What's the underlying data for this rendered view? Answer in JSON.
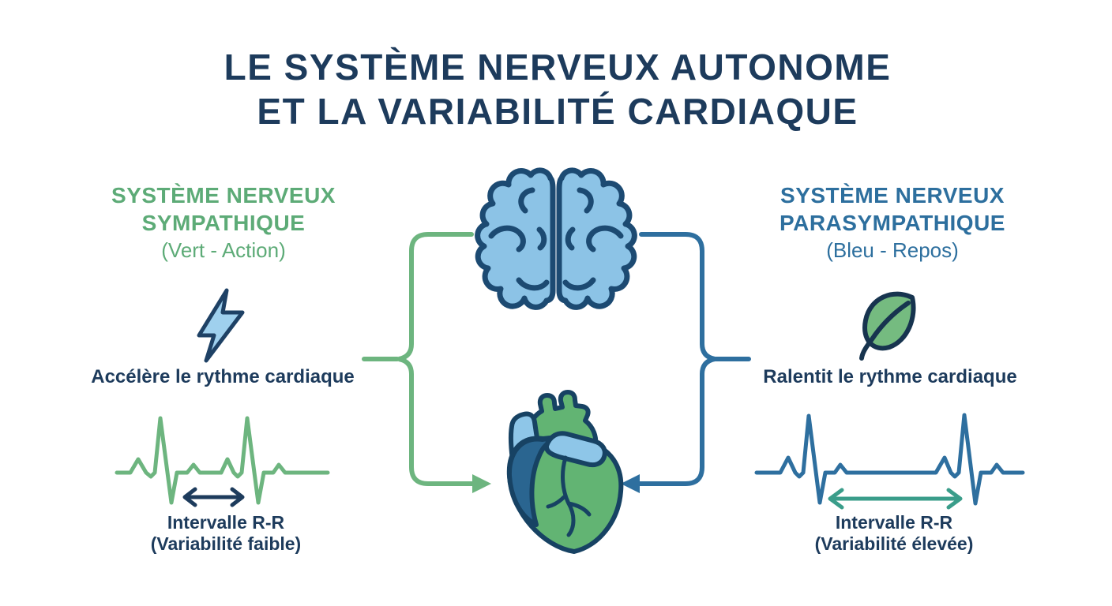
{
  "title": {
    "line1": "LE SYSTÈME NERVEUX AUTONOME",
    "line2": "ET LA VARIABILITÉ CARDIAQUE"
  },
  "sympathetic": {
    "heading_line1": "SYSTÈME NERVEUX",
    "heading_line2": "SYMPATHIQUE",
    "subtitle": "(Vert - Action)",
    "icon": "lightning-icon",
    "effect": "Accélère le rythme cardiaque",
    "ecg_label_line1": "Intervalle R-R",
    "ecg_label_line2": "(Variabilité faible)"
  },
  "parasympathetic": {
    "heading_line1": "SYSTÈME NERVEUX",
    "heading_line2": "PARASYMPATHIQUE",
    "subtitle": "(Bleu - Repos)",
    "icon": "leaf-icon",
    "effect": "Ralentit le rythme cardiaque",
    "ecg_label_line1": "Intervalle R-R",
    "ecg_label_line2": "(Variabilité élevée)"
  },
  "center": {
    "top_icon": "brain-icon",
    "bottom_icon": "heart-icon"
  },
  "colors": {
    "background": "#ffffff",
    "navy": "#1d3b5c",
    "green_text": "#5dab77",
    "green_line": "#6db57f",
    "blue_text": "#2d6f9e",
    "blue_line": "#2e6f9f",
    "teal": "#3a9d8a",
    "brain_fill": "#8cc3e6",
    "brain_stroke": "#1c4a72",
    "bolt_fill": "#9fd0ee",
    "bolt_stroke": "#1e4165",
    "leaf_fill": "#75bb80",
    "leaf_stroke": "#17344f",
    "heart_green": "#62b473",
    "heart_blue_dark": "#2a6590",
    "heart_blue_light": "#8ec6e8",
    "heart_stroke": "#174263"
  }
}
